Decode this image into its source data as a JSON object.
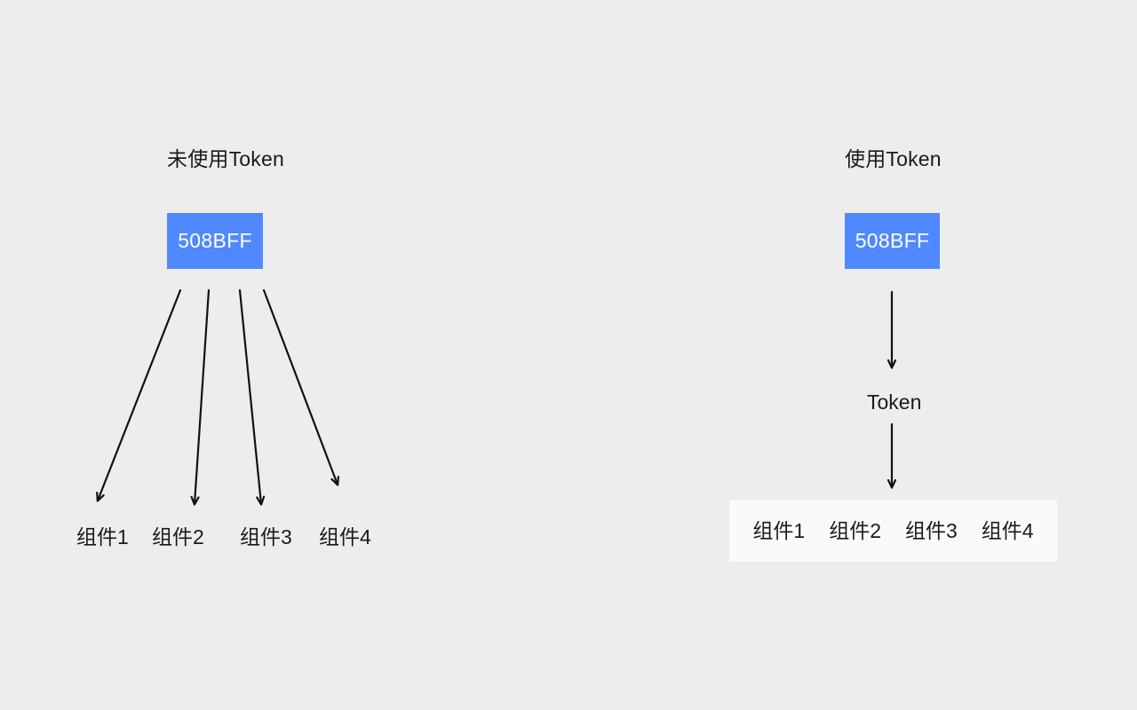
{
  "diagram": {
    "background_color": "#ededed",
    "accent_color": "#5089ff",
    "text_color": "#1a1a1a",
    "panel_color": "#fafafa"
  },
  "left_panel": {
    "title": "未使用Token",
    "source_box": {
      "label": "508BFF"
    },
    "components": [
      {
        "label": "组件1"
      },
      {
        "label": "组件2"
      },
      {
        "label": "组件3"
      },
      {
        "label": "组件4"
      }
    ]
  },
  "right_panel": {
    "title": "使用Token",
    "source_box": {
      "label": "508BFF"
    },
    "token_node": {
      "label": "Token"
    },
    "components": [
      {
        "label": "组件1"
      },
      {
        "label": "组件2"
      },
      {
        "label": "组件3"
      },
      {
        "label": "组件4"
      }
    ]
  }
}
